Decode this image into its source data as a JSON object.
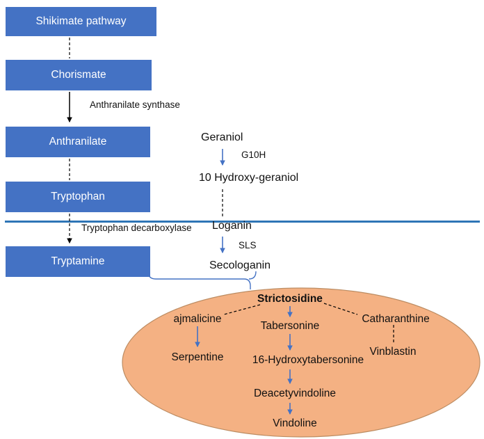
{
  "colors": {
    "box_fill": "#4472C4",
    "box_text": "#FFFFFF",
    "divider_line": "#2E75B6",
    "arrow_blue": "#4472C4",
    "arrow_black": "#000000",
    "ellipse_fill": "#F4B183",
    "ellipse_border": "#BC8C62",
    "text": "#111111"
  },
  "boxes": {
    "shikimate": "Shikimate pathway",
    "chorismate": "Chorismate",
    "anthranilate": "Anthranilate",
    "tryptophan": "Tryptophan",
    "tryptamine": "Tryptamine"
  },
  "enzymes": {
    "anthranilate_synthase": "Anthranilate synthase",
    "tryptophan_decarboxylase": "Tryptophan decarboxylase",
    "g10h": "G10H",
    "sls": "SLS"
  },
  "terpenoid": {
    "geraniol": "Geraniol",
    "hydroxygeraniol": "10 Hydroxy-geraniol",
    "loganin": "Loganin",
    "secologanin": "Secologanin"
  },
  "alkaloids": {
    "strictosidine": "Strictosidine",
    "ajmalicine": "ajmalicine",
    "catharanthine": "Catharanthine",
    "tabersonine": "Tabersonine",
    "serpentine": "Serpentine",
    "vinblastin": "Vinblastin",
    "hydroxytabersonine": "16-Hydroxytabersonine",
    "deacetyvindoline": "Deacetyvindoline",
    "vindoline": "Vindoline"
  }
}
